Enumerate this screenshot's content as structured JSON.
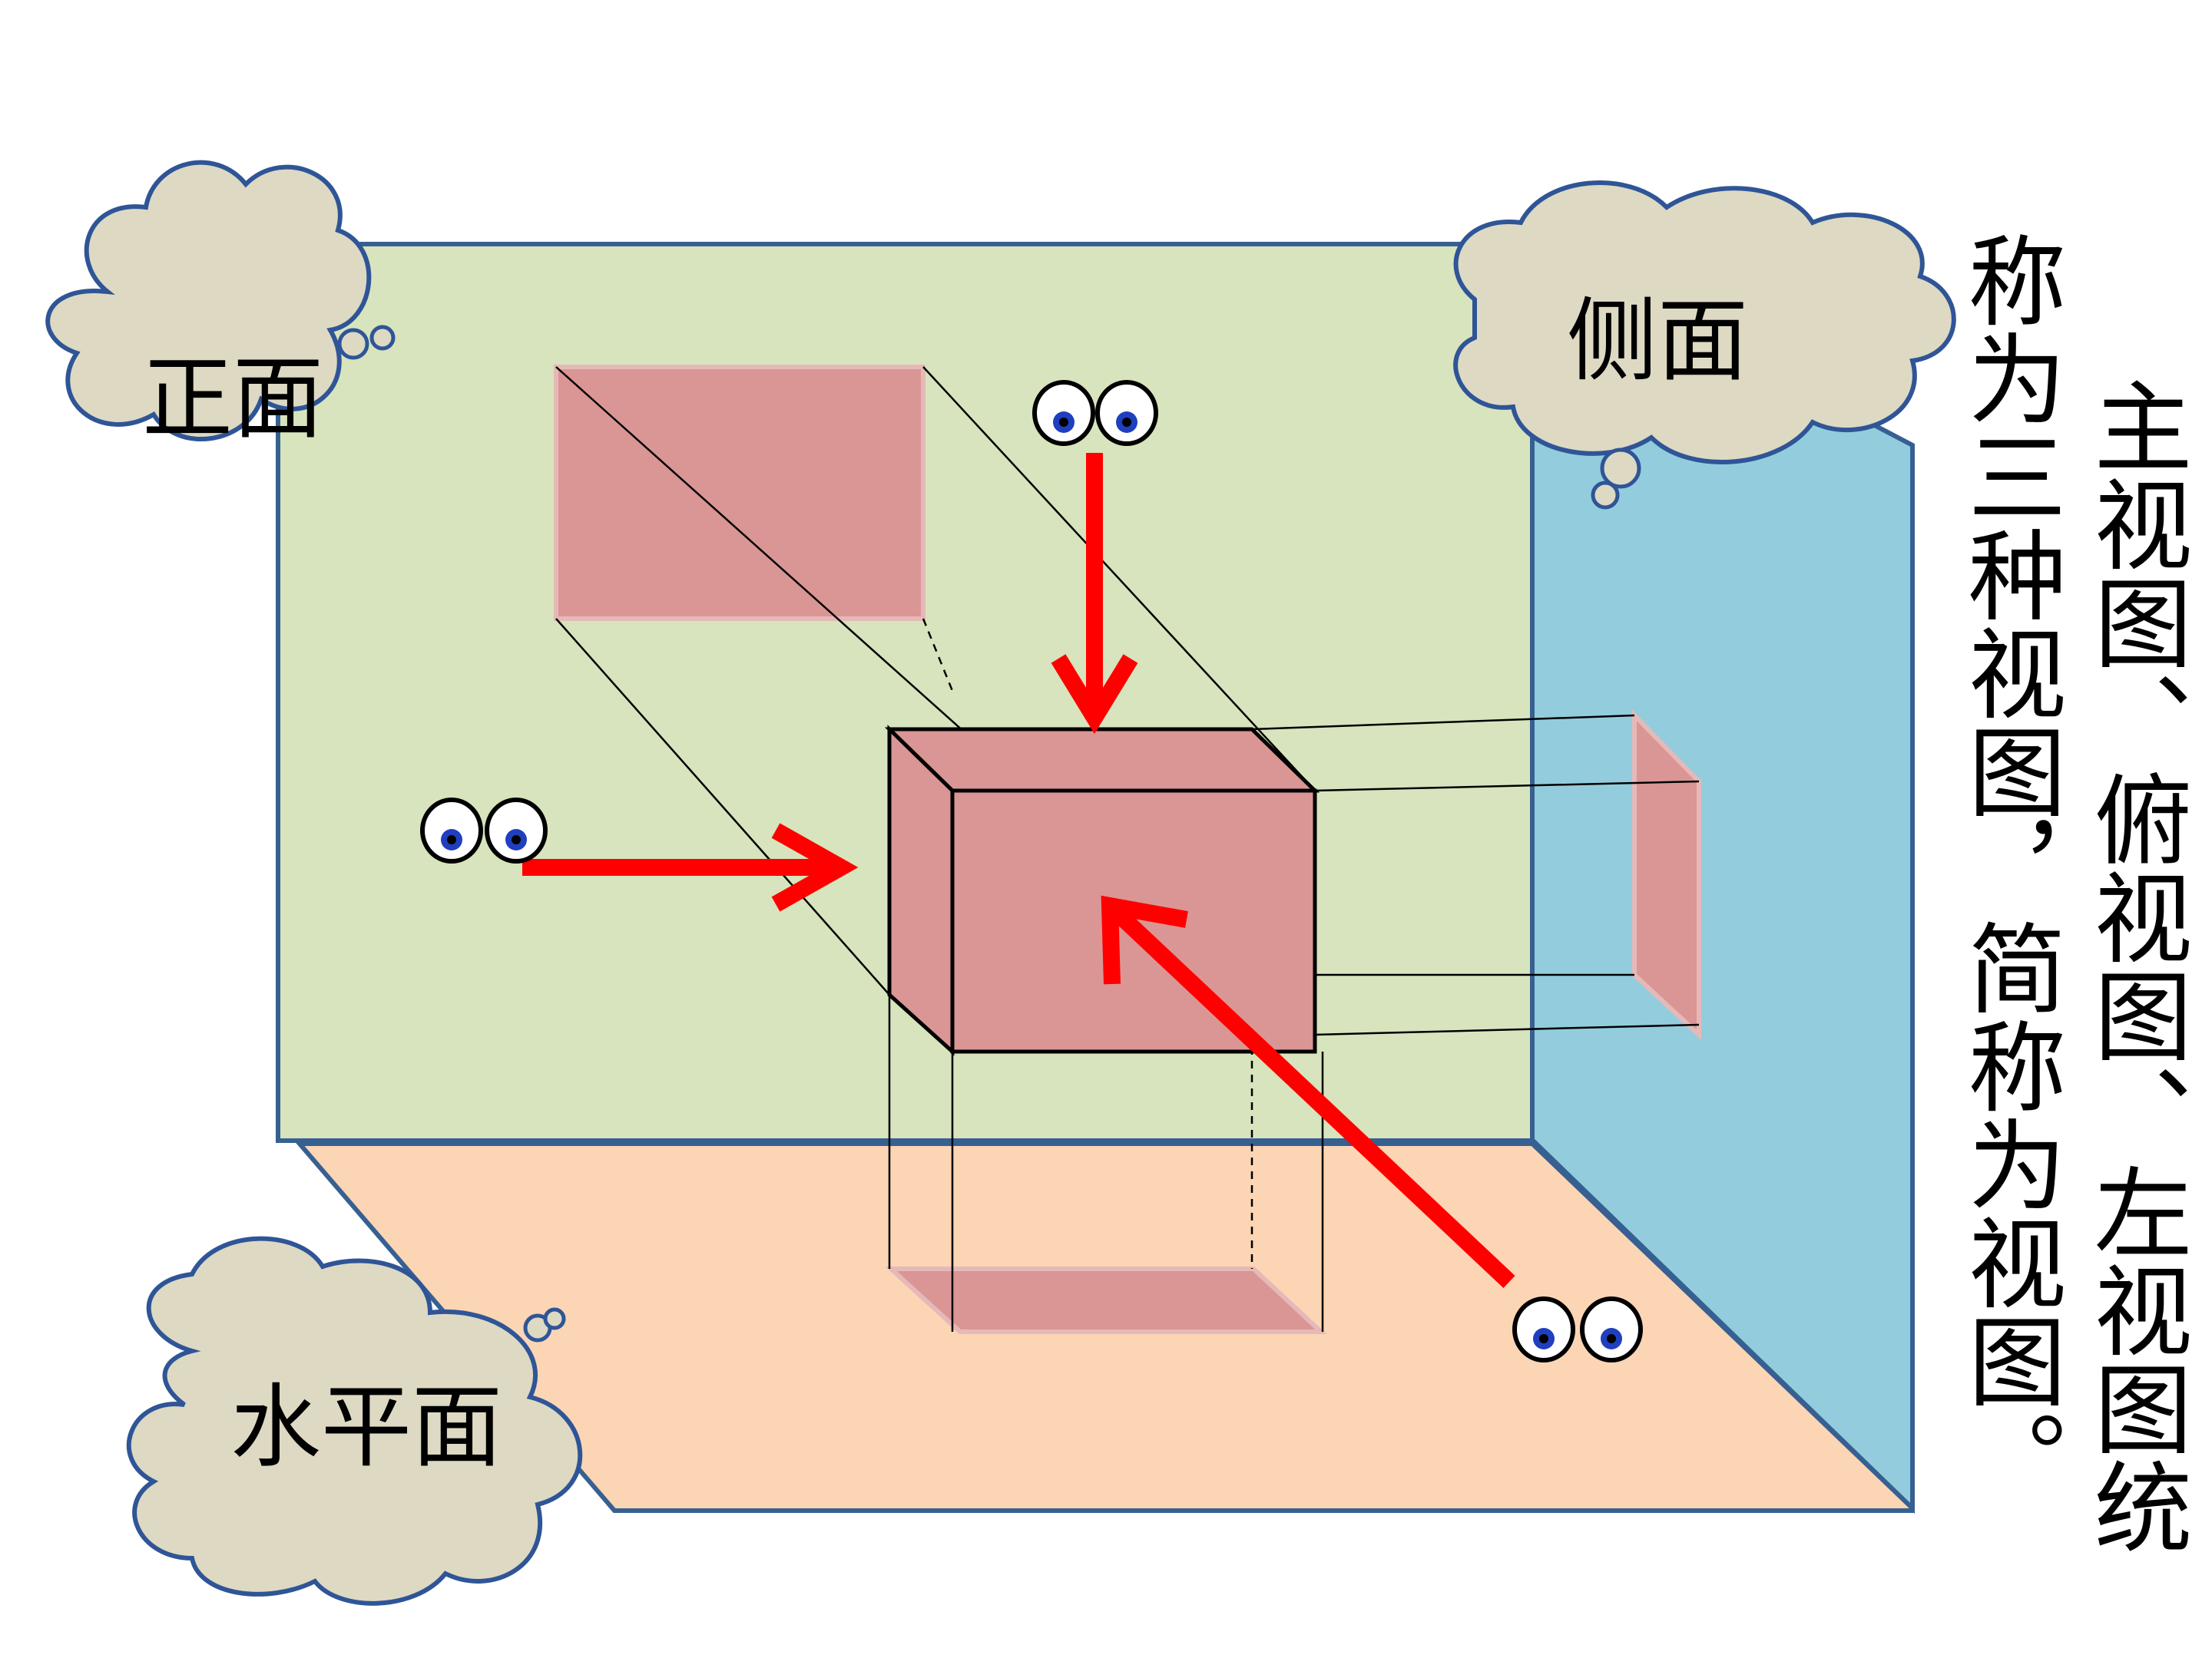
{
  "labels": {
    "front": "正面",
    "side": "侧面",
    "horizontal": "水平面"
  },
  "description": {
    "column1": "主视图、俯视图、左视图统",
    "column2": "称为三种视图，简称为视图。"
  },
  "colors": {
    "front_plane": "#d7e4bd",
    "side_plane": "#93cddd",
    "horizontal_plane": "#fcd5b5",
    "projection": "#d99694",
    "cloud_fill": "#ddd9c3",
    "cloud_stroke": "#2f5597",
    "arrow": "#ff0000",
    "plane_edge": "#376092"
  },
  "icons": {
    "eyes": "googly-eyes-icon",
    "arrow": "red-arrow-icon",
    "cloud": "thought-cloud-icon"
  }
}
